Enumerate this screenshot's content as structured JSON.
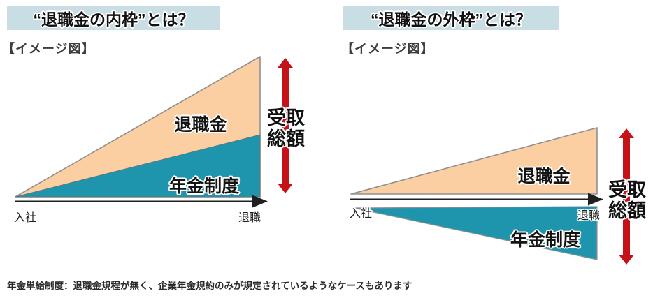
{
  "colors": {
    "background": "#ffffff",
    "header_bg": "#c9dde4",
    "retirement_fill": "#fbcfa1",
    "pension_fill": "#1f94ad",
    "arrow_red": "#c51118",
    "axis": "#1f1f1f",
    "shape_border": "#909090",
    "subtitle_color": "#3d3d3d",
    "footnote_color": "#2b2b2b"
  },
  "panels": [
    {
      "title": "“退職金の内枠”とは？",
      "subtitle": "【イメージ図】",
      "labels": {
        "retirement": "退職金",
        "pension": "年金制度",
        "axis_start": "入社",
        "axis_end": "退職",
        "total_line1": "受取",
        "total_line2": "総額"
      }
    },
    {
      "title": "“退職金の外枠”とは？",
      "subtitle": "【イメージ図】",
      "labels": {
        "retirement": "退職金",
        "pension": "年金制度",
        "axis_start": "入社",
        "axis_end": "退職",
        "total_line1": "受取",
        "total_line2": "総額"
      }
    }
  ],
  "footnote": "年金単給制度：退職金規程が無く、企業年金規約のみが規定されているようなケースもあります"
}
